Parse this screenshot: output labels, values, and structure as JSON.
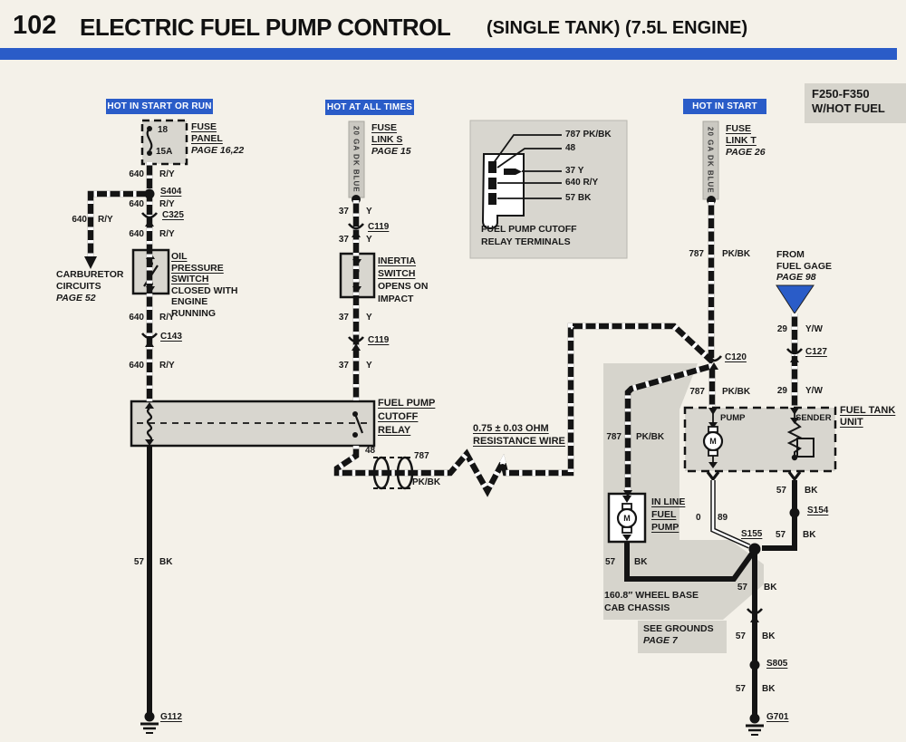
{
  "header": {
    "page_number": "102",
    "title": "ELECTRIC FUEL PUMP CONTROL",
    "subtitle": "(SINGLE TANK) (7.5L ENGINE)"
  },
  "colors": {
    "blue": "#2a5cc8",
    "paper": "#f4f1e9",
    "box_gray": "#d8d6cf",
    "shade_gray": "#d6d4cc"
  },
  "banners": {
    "hot_in_start_or_run": "HOT IN START OR RUN",
    "hot_at_all_times": "HOT AT ALL TIMES",
    "hot_in_start": "HOT IN START"
  },
  "model_note": {
    "line1": "F250-F350",
    "line2": "W/HOT FUEL"
  },
  "fuse_panel": {
    "terminal": "18",
    "amp": "15A",
    "name1": "FUSE",
    "name2": "PANEL",
    "page": "PAGE 16,22"
  },
  "fuse_link_s": {
    "gauge": "20 GA DK BLUE",
    "name1": "FUSE",
    "name2": "LINK S",
    "page": "PAGE 15"
  },
  "fuse_link_t": {
    "gauge": "20 GA DK BLUE",
    "name1": "FUSE",
    "name2": "LINK T",
    "page": "PAGE 26"
  },
  "carburetor": {
    "line1": "CARBURETOR",
    "line2": "CIRCUITS",
    "page": "PAGE 52"
  },
  "oil_pressure_switch": {
    "name1": "OIL",
    "name2": "PRESSURE",
    "name3": "SWITCH",
    "note1": "CLOSED WITH",
    "note2": "ENGINE",
    "note3": "RUNNING"
  },
  "inertia_switch": {
    "name1": "INERTIA",
    "name2": "SWITCH",
    "note1": "OPENS ON",
    "note2": "IMPACT"
  },
  "relay": {
    "name1": "FUEL PUMP",
    "name2": "CUTOFF",
    "name3": "RELAY"
  },
  "relay_terminals": {
    "t787": "787 PK/BK",
    "t48": "48",
    "t37": "37 Y",
    "t640": "640 R/Y",
    "t57": "57 BK",
    "title1": "FUEL PUMP CUTOFF",
    "title2": "RELAY TERMINALS"
  },
  "resistance_wire": {
    "line1": "0.75 ± 0.03 OHM",
    "line2": "RESISTANCE WIRE"
  },
  "fuel_gage": {
    "line1": "FROM",
    "line2": "FUEL GAGE",
    "page": "PAGE 98"
  },
  "fuel_tank_unit": {
    "pump": "PUMP",
    "sender": "SENDER",
    "name1": "FUEL TANK",
    "name2": "UNIT",
    "motor": "M"
  },
  "inline_pump": {
    "name1": "IN LINE",
    "name2": "FUEL",
    "name3": "PUMP",
    "motor": "M"
  },
  "wheel_base": {
    "line1": "160.8″ WHEEL BASE",
    "line2": "CAB CHASSIS"
  },
  "see_grounds": {
    "line1": "SEE GROUNDS",
    "page": "PAGE 7"
  },
  "connectors": {
    "s404": "S404",
    "c325": "C325",
    "c143": "C143",
    "c119_a": "C119",
    "c119_b": "C119",
    "c120": "C120",
    "c127": "C127",
    "s154": "S154",
    "s155": "S155",
    "s805": "S805",
    "g112": "G112",
    "g701": "G701"
  },
  "wires": {
    "fuse_out": {
      "num": "640",
      "color": "R/Y"
    },
    "carb_branch": {
      "num": "640",
      "color": "R/Y"
    },
    "s404_out": {
      "num": "640",
      "color": "R/Y"
    },
    "c325_out": {
      "num": "640",
      "color": "R/Y"
    },
    "ops_out": {
      "num": "640",
      "color": "R/Y"
    },
    "c143_out": {
      "num": "640",
      "color": "R/Y"
    },
    "relay_gnd": {
      "num": "57",
      "color": "BK"
    },
    "links_out": {
      "num": "37",
      "color": "Y"
    },
    "c119a_out": {
      "num": "37",
      "color": "Y"
    },
    "inertia_out": {
      "num": "37",
      "color": "Y"
    },
    "c119b_out": {
      "num": "37",
      "color": "Y"
    },
    "relay_out": {
      "num": "48"
    },
    "shielded": {
      "num": "787",
      "color": "PK/BK"
    },
    "linkt_out": {
      "num": "787",
      "color": "PK/BK"
    },
    "c120_out": {
      "num": "787",
      "color": "PK/BK"
    },
    "gage_in": {
      "num": "29",
      "color": "Y/W"
    },
    "c127_out": {
      "num": "29",
      "color": "Y/W"
    },
    "inline_feed": {
      "num": "787",
      "color": "PK/BK"
    },
    "pump_gnd": {
      "num": "0",
      "color": "89"
    },
    "sender_gnd": {
      "num": "57",
      "color": "BK"
    },
    "s154_out": {
      "num": "57",
      "color": "BK"
    },
    "inline_gnd": {
      "num": "57",
      "color": "BK"
    },
    "s155_out": {
      "num": "57",
      "color": "BK"
    },
    "conn_out": {
      "num": "57",
      "color": "BK"
    },
    "s805_out": {
      "num": "57",
      "color": "BK"
    }
  }
}
